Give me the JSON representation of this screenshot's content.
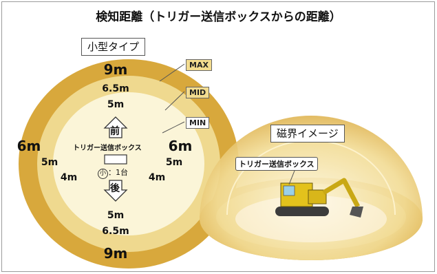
{
  "title": "検知距離（トリガー送信ボックスからの距離）",
  "left_panel": {
    "label": "小型タイプ",
    "levels": {
      "max": "MAX",
      "mid": "MID",
      "min": "MIN"
    },
    "distances": {
      "top_max": "9m",
      "top_mid": "6.5m",
      "top_min": "5m",
      "side_max_left": "6m",
      "side_max_right": "6m",
      "side_mid_left": "5m",
      "side_mid_right": "5m",
      "side_min_left": "4m",
      "side_min_right": "4m",
      "bottom_min": "5m",
      "bottom_mid": "6.5m",
      "bottom_max": "9m"
    },
    "front_label": "前",
    "back_label": "後",
    "box_name": "トリガー送信ボックス",
    "box_count": "：1台",
    "small_mark": "小"
  },
  "right_panel": {
    "label": "磁界イメージ",
    "box_callout": "トリガー送信ボックス"
  },
  "colors": {
    "outer_ring": "#d8a83c",
    "mid_ring": "#efd98f",
    "inner_area": "#fbf5d8",
    "tag_fill": "#f3dc8f"
  }
}
